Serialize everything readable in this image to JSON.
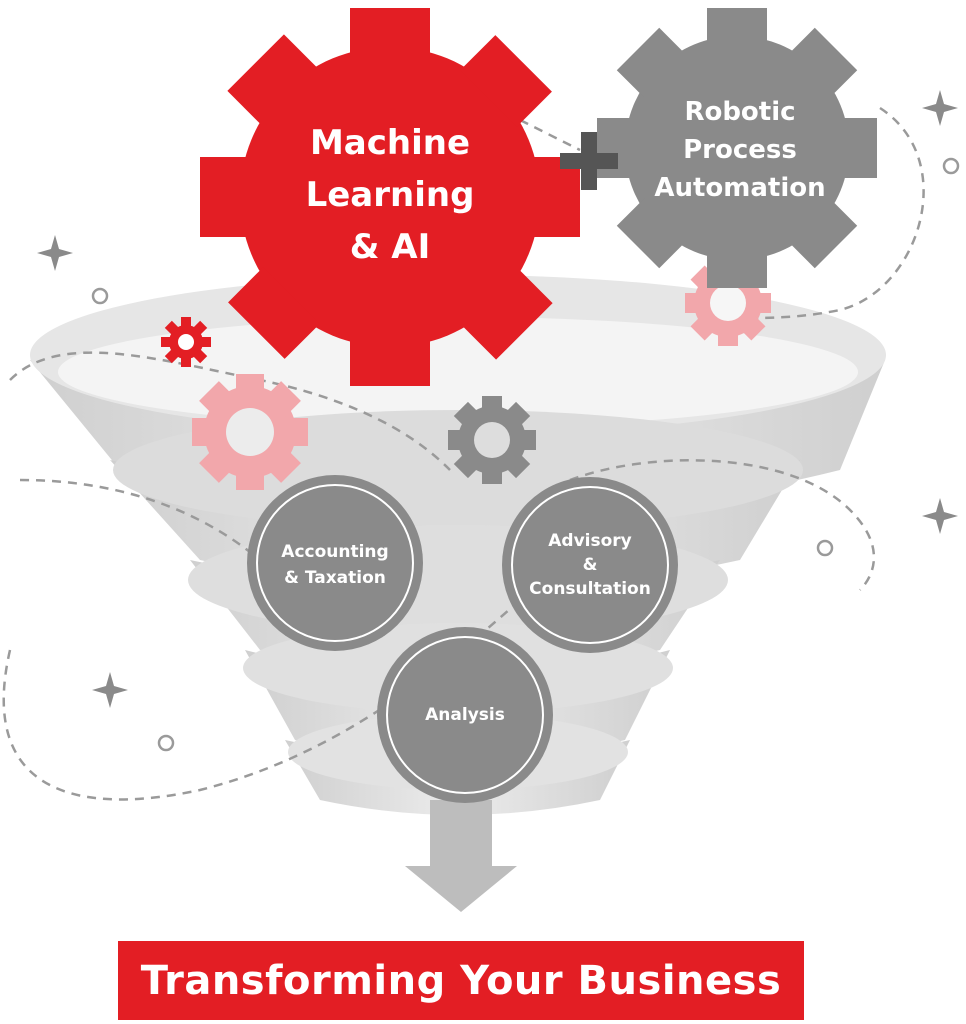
{
  "gears": {
    "ml": {
      "lines": [
        "Machine",
        "Learning",
        "& AI"
      ],
      "color": "#e31e24"
    },
    "rpa": {
      "lines": [
        "Robotic",
        "Process",
        "Automation"
      ],
      "color": "#8a8a8a"
    },
    "plus_icon": "plus-icon"
  },
  "services": {
    "accounting": {
      "lines": [
        "Accounting",
        "& Taxation"
      ]
    },
    "advisory": {
      "lines": [
        "Advisory",
        "&",
        "Consultation"
      ]
    },
    "analysis": {
      "lines": [
        "Analysis"
      ]
    },
    "circle_color": "#8a8a8a"
  },
  "banner": {
    "text": "Transforming Your Business",
    "color": "#e31e24"
  },
  "colors": {
    "funnel": "#d9d9d9",
    "pink_gear": "#f2a7ab",
    "dark_gray": "#8a8a8a",
    "dash": "#9a9a9a"
  }
}
